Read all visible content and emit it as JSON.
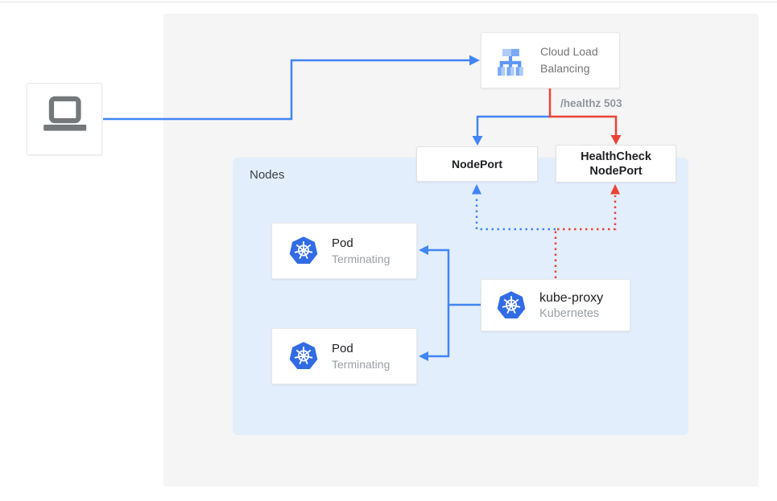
{
  "diagram": {
    "nodes_region_label": "Nodes",
    "health_check_label": "/healthz 503",
    "load_balancer": {
      "line1": "Cloud Load",
      "line2": "Balancing"
    },
    "nodeport": {
      "label": "NodePort"
    },
    "healthcheck_nodeport": {
      "line1": "HealthCheck",
      "line2": "NodePort"
    },
    "pods": [
      {
        "title": "Pod",
        "status": "Terminating"
      },
      {
        "title": "Pod",
        "status": "Terminating"
      }
    ],
    "kube_proxy": {
      "title": "kube-proxy",
      "subtitle": "Kubernetes"
    }
  },
  "icons": {
    "client": "laptop-icon",
    "load_balancer": "cloud-load-balancing-icon",
    "kubernetes": "kubernetes-helm-icon"
  },
  "colors": {
    "traffic_blue": "#4285f4",
    "error_red": "#ea4335",
    "kubernetes_blue": "#326ce5",
    "laptop_gray": "#75787b",
    "nodes_region_bg": "#e2eefb",
    "canvas_bg": "#f5f5f5"
  }
}
